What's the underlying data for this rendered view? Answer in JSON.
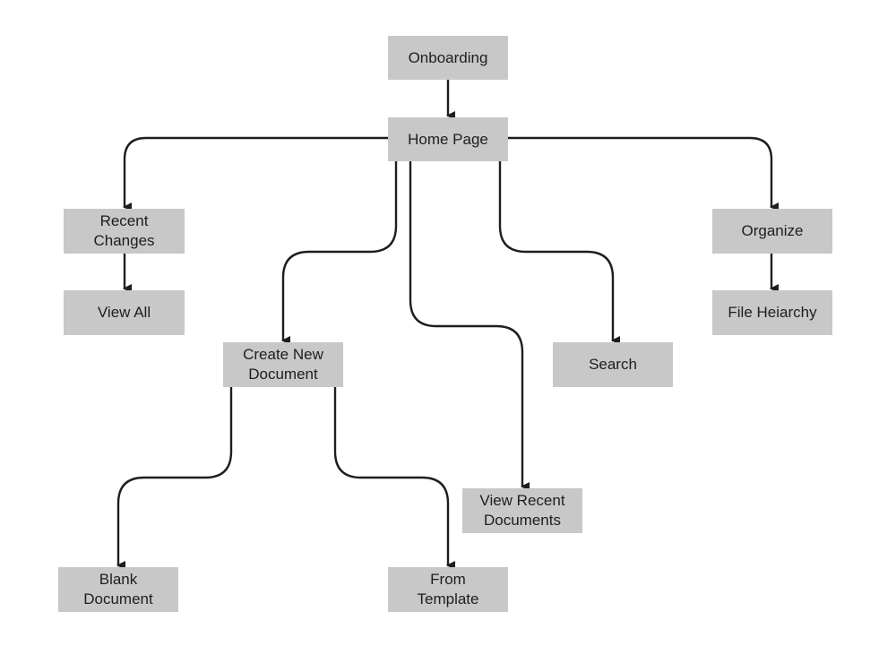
{
  "nodes": {
    "onboarding": {
      "lines": [
        "Onboarding"
      ]
    },
    "home_page": {
      "lines": [
        "Home Page"
      ]
    },
    "recent_changes": {
      "lines": [
        "Recent",
        "Changes"
      ]
    },
    "view_all": {
      "lines": [
        "View All"
      ]
    },
    "create_new_document": {
      "lines": [
        "Create New",
        "Document"
      ]
    },
    "blank_document": {
      "lines": [
        "Blank",
        "Document"
      ]
    },
    "from_template": {
      "lines": [
        "From",
        "Template"
      ]
    },
    "view_recent_documents": {
      "lines": [
        "View Recent",
        "Documents"
      ]
    },
    "search": {
      "lines": [
        "Search"
      ]
    },
    "organize": {
      "lines": [
        "Organize"
      ]
    },
    "file_heiarchy": {
      "lines": [
        "File Heiarchy"
      ]
    }
  },
  "edges": [
    {
      "from": "onboarding",
      "to": "home_page"
    },
    {
      "from": "home_page",
      "to": "recent_changes"
    },
    {
      "from": "recent_changes",
      "to": "view_all"
    },
    {
      "from": "home_page",
      "to": "create_new_document"
    },
    {
      "from": "home_page",
      "to": "view_recent_documents"
    },
    {
      "from": "home_page",
      "to": "search"
    },
    {
      "from": "home_page",
      "to": "organize"
    },
    {
      "from": "organize",
      "to": "file_heiarchy"
    },
    {
      "from": "create_new_document",
      "to": "blank_document"
    },
    {
      "from": "create_new_document",
      "to": "from_template"
    }
  ]
}
